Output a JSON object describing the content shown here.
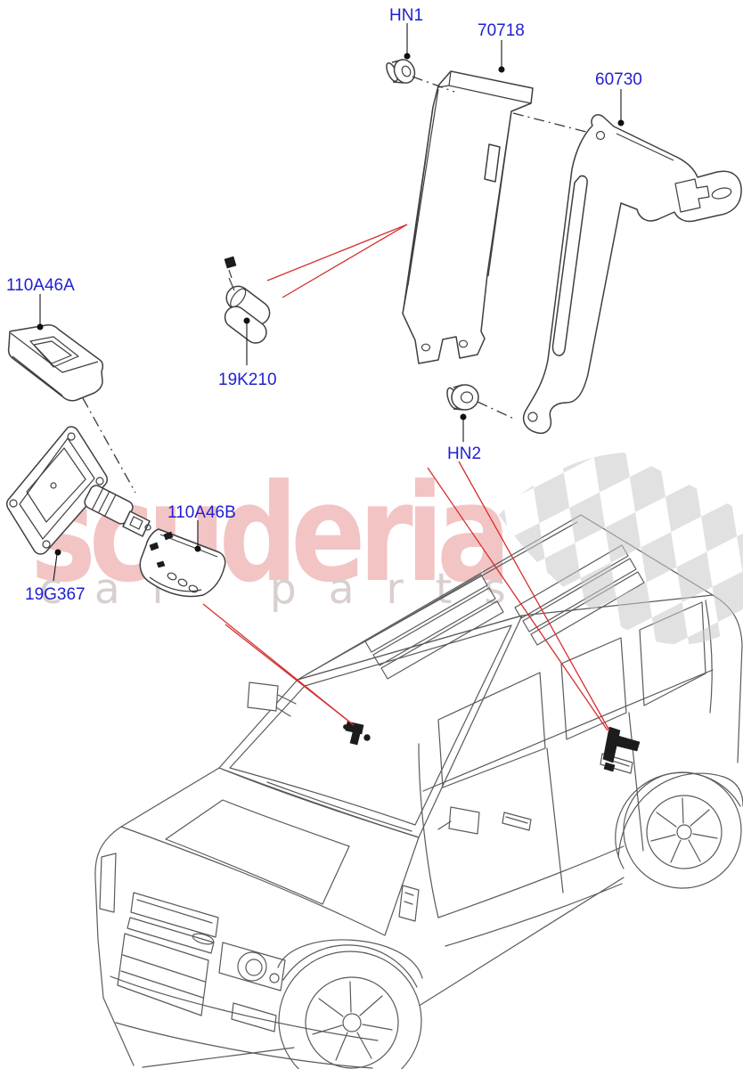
{
  "diagram": {
    "watermark": {
      "brand": "scuderia",
      "tagline": "car parts"
    },
    "labels": {
      "hn1": "HN1",
      "p70718": "70718",
      "p60730": "60730",
      "p110a46a": "110A46A",
      "p19k210": "19K210",
      "hn2": "HN2",
      "p19g367": "19G367",
      "p110a46b": "110A46B"
    },
    "colors": {
      "label": "#1f1fd0",
      "red": "#d62f2f",
      "pink": "#f3c4c4",
      "tag": "#d9cfcf",
      "checker": "#c9c9c9",
      "line": "#3f3f3f",
      "carline": "#5a5a5a"
    }
  }
}
